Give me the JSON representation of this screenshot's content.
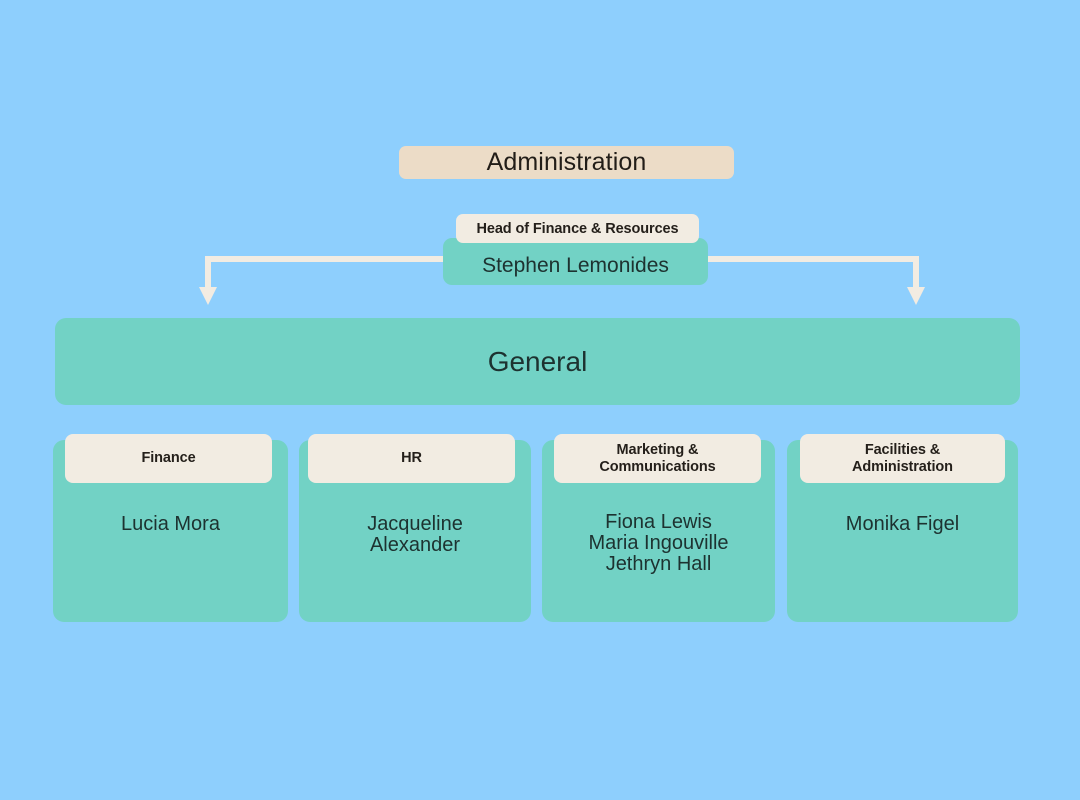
{
  "colors": {
    "background": "#8ecffd",
    "node_teal": "#72d2c5",
    "badge_cream": "#f2ece2",
    "title_tan": "#ecdcc7",
    "text_dark": "#1d3230",
    "connector": "#f2ece2"
  },
  "title_bar": {
    "label": "Administration"
  },
  "manager": {
    "role": "Head of Finance & Resources",
    "name": "Stephen Lemonides"
  },
  "general": {
    "label": "General"
  },
  "departments": [
    {
      "title": "Finance",
      "members": "Lucia Mora"
    },
    {
      "title": "HR",
      "members": "Jacqueline\nAlexander"
    },
    {
      "title": "Marketing &\nCommunications",
      "members": "Fiona Lewis\nMaria Ingouville\nJethryn Hall"
    },
    {
      "title": "Facilities &\nAdministration",
      "members": "Monika Figel"
    }
  ]
}
